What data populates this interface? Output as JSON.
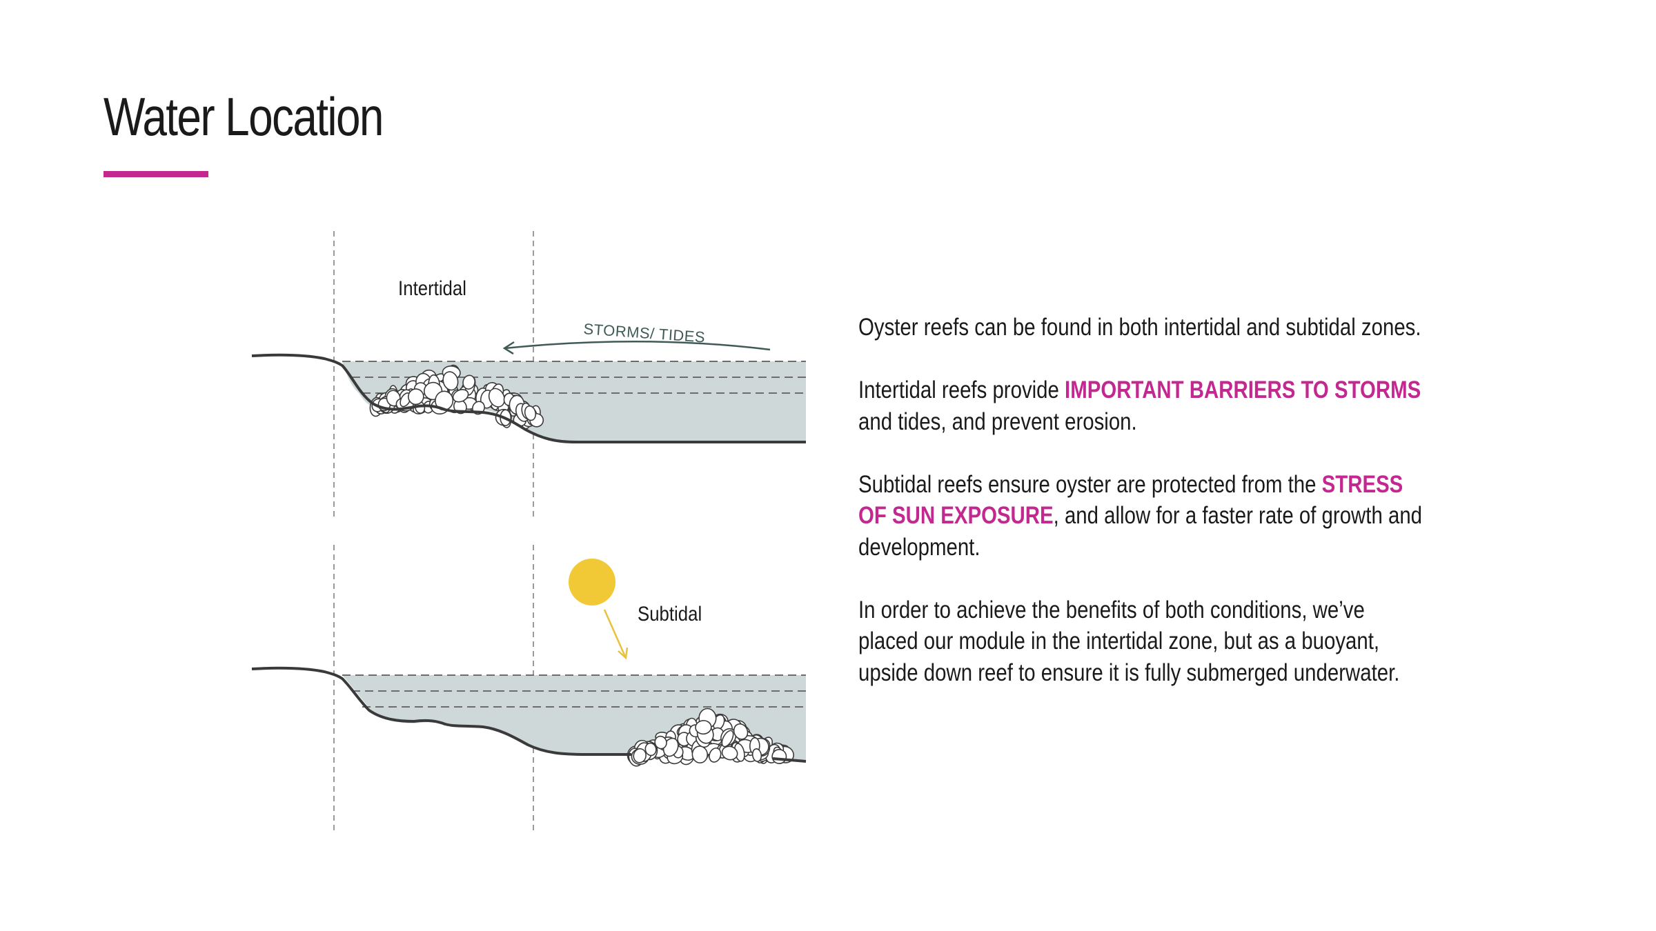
{
  "slide": {
    "title": "Water Location",
    "accent_color": "#c2288f"
  },
  "diagram": {
    "intertidal_label": "Intertidal",
    "subtidal_label": "Subtidal",
    "storm_arrow_label": "STORMS/ TIDES",
    "water_color": "#ced8d8",
    "sun_color": "#f1c936",
    "sun_icon": "sun-icon",
    "arrow_icon": "arrow-left-icon"
  },
  "text": {
    "p1": "Oyster reefs can be found in both intertidal and subtidal zones.",
    "p2_before": "Intertidal reefs provide ",
    "p2_highlight": "IMPORTANT BARRIERS TO STORMS",
    "p2_after": " and tides, and prevent erosion.",
    "p3_before": "Subtidal reefs ensure oyster are protected from the ",
    "p3_highlight": "STRESS OF SUN EXPOSURE",
    "p3_after": ", and allow for a faster rate of growth and development.",
    "p4": "In order to achieve the benefits of both conditions, we’ve placed our module in the intertidal zone, but as a buoyant, upside down reef to ensure it is fully submerged underwater."
  }
}
